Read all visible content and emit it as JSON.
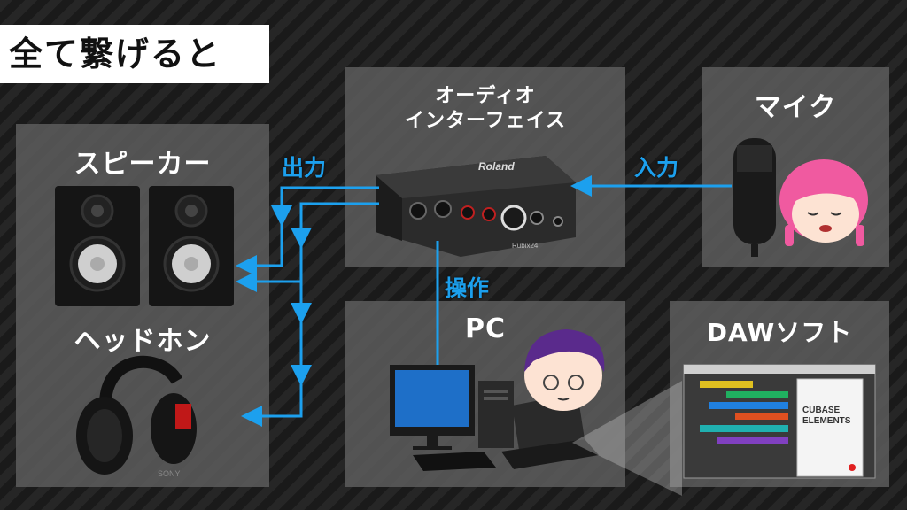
{
  "title": "全て繋げると",
  "panels": {
    "speaker": "スピーカー",
    "headphone": "ヘッドホン",
    "interface_line1": "オーディオ",
    "interface_line2": "インターフェイス",
    "mic": "マイク",
    "pc": "PC",
    "daw": "DAWソフト"
  },
  "flows": {
    "output": "出力",
    "input": "入力",
    "control": "操作"
  },
  "device_text": {
    "interface_brand": "Roland",
    "interface_model": "Rubix24",
    "headphone_brand": "SONY",
    "daw_box_line1": "CUBASE",
    "daw_box_line2": "ELEMENTS"
  },
  "colors": {
    "accent_blue": "#1ca0ee",
    "panel_gray": "#5f5f5f",
    "background": "#1e1e1e"
  }
}
